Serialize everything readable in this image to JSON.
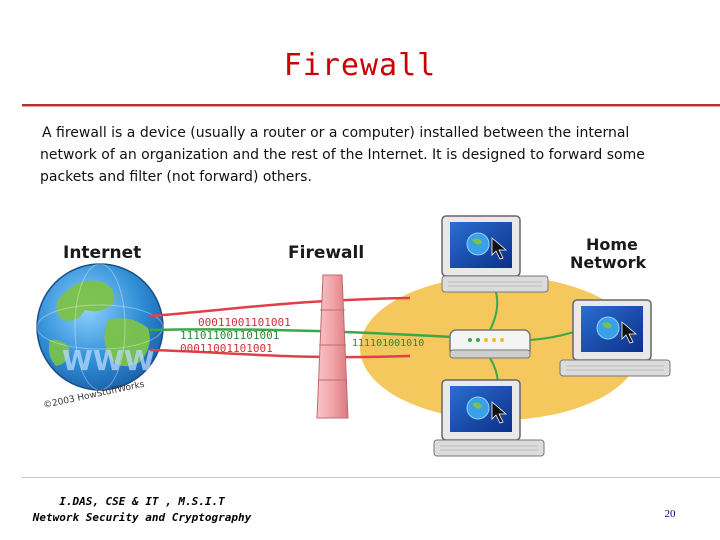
{
  "slide": {
    "title": "Firewall",
    "body_line_1": "A firewall is a device (usually a router or a computer) installed between the internal",
    "body_line_2": "network of an organization and the rest of the Internet. It is designed to forward some",
    "body_line_3": "packets and filter (not forward) others."
  },
  "diagram": {
    "label_internet": "Internet",
    "label_firewall": "Firewall",
    "label_home_1": "Home",
    "label_home_2": "Network",
    "globe_text": "WWW",
    "credit": "©2003 HowStuffWorks",
    "bits_red_1": "00011001101001",
    "bits_green": "111011001101001",
    "bits_red_2": "00011001101001",
    "bits_right": "111101001010",
    "colors": {
      "title": "#cc0000",
      "rule": "#b5302f",
      "home_oval": "#f3c24a",
      "globe_ocean": "#2f8fd6",
      "globe_land": "#7cc24a",
      "firewall": "#f2a4a8",
      "cable_green": "#3aa84a",
      "cable_red": "#e0404a"
    }
  },
  "footer": {
    "line_1": "I.DAS, CSE & IT , M.S.I.T",
    "line_2": "Network Security and Cryptography",
    "page_number": "20"
  }
}
